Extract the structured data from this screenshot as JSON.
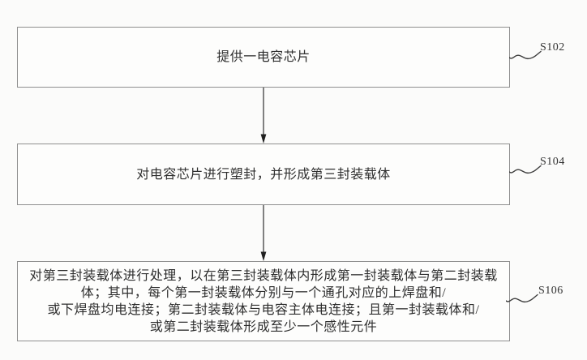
{
  "figure": {
    "type": "flowchart",
    "description": "patent-style process flow diagram, three steps top to bottom",
    "colors": {
      "background": "#fbfbfa",
      "box_border": "#8f8f8f",
      "text": "#2e2e2e",
      "connector": "#2f2f2f"
    },
    "steps": [
      {
        "label": "S102",
        "lines": [
          "提供一电容芯片"
        ]
      },
      {
        "label": "S104",
        "lines": [
          "对电容芯片进行塑封，并形成第三封装载体"
        ]
      },
      {
        "label": "S106",
        "lines": [
          "对第三封装载体进行处理，以在第三封装载体内形成第一封装载体与第二封装载",
          "体；其中，每个第一封装载体分别与一个通孔对应的上焊盘和/",
          "或下焊盘均电连接；第二封装载体与电容主体电连接；且第一封装载体和/",
          "或第二封装载体形成至少一个感性元件"
        ]
      }
    ]
  }
}
